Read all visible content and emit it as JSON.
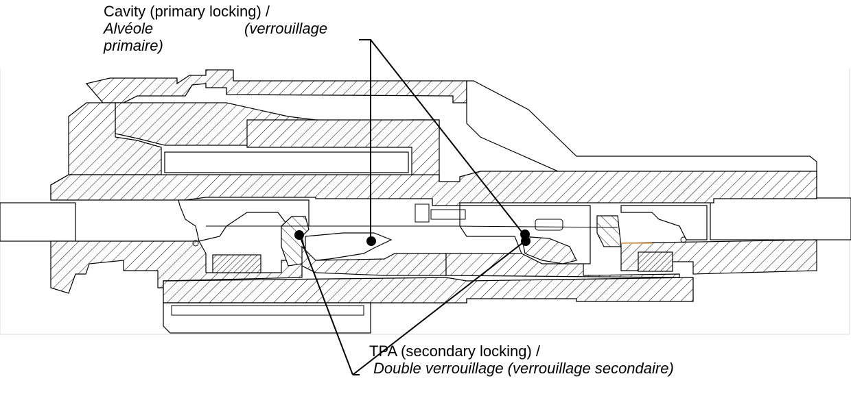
{
  "callouts": {
    "primary": {
      "line1": "Cavity (primary locking) /",
      "line2a": "Alvéole",
      "line2b": "(verrouillage",
      "line3": "primaire)"
    },
    "secondary": {
      "line1": "TPA (secondary locking) /",
      "line2": "Double verrouillage (verrouillage secondaire)"
    }
  },
  "colors": {
    "line": "#000000",
    "hatch": "#000000",
    "background": "#ffffff",
    "accent": "#e8a040"
  }
}
